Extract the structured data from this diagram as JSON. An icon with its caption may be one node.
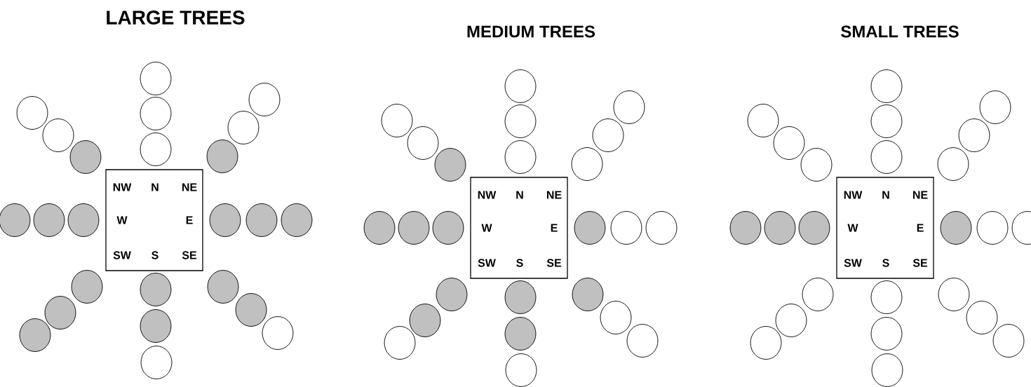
{
  "diagram": {
    "nodes": [
      {
        "text": [
          "NW",
          "N",
          "NE",
          "W",
          "E",
          "SW",
          "S",
          "SE"
        ]
      },
      {
        "text": [],
        "shape": "circle"
      },
      {
        "text": [],
        "shape": "circle"
      },
      {
        "text": [],
        "shape": "circle"
      },
      {
        "text": [],
        "shape": "circle"
      },
      {
        "text": [],
        "shape": "circle"
      },
      {
        "text": [],
        "shape": "circle"
      },
      {
        "text": [],
        "shape": "circle"
      },
      {
        "text": [],
        "shape": "circle"
      },
      {
        "text": [],
        "shape": "circle"
      },
      {
        "text": [],
        "shape": "circle"
      },
      {
        "text": [],
        "shape": "circle"
      },
      {
        "text": [],
        "shape": "circle"
      },
      {
        "text": [],
        "shape": "circle"
      },
      {
        "text": [],
        "shape": "circle"
      },
      {
        "text": [],
        "shape": "circle"
      },
      {
        "text": [],
        "shape": "circle"
      },
      {
        "text": [],
        "shape": "circle"
      },
      {
        "text": [],
        "shape": "circle"
      },
      {
        "text": [],
        "shape": "circle"
      },
      {
        "text": [],
        "shape": "circle"
      },
      {
        "text": [],
        "shape": "circle"
      },
      {
        "text": [],
        "shape": "circle"
      },
      {
        "text": [],
        "shape": "circle"
      },
      {
        "text": [],
        "shape": "circle"
      },
      {
        "text": [
          "NW",
          "N",
          "NE",
          "W",
          "E",
          "SW",
          "S",
          "SE"
        ]
      },
      {
        "text": [],
        "shape": "circle"
      },
      {
        "text": [],
        "shape": "circle"
      },
      {
        "text": [],
        "shape": "circle"
      },
      {
        "text": [],
        "shape": "circle"
      },
      {
        "text": [],
        "shape": "circle"
      },
      {
        "text": [],
        "shape": "circle"
      },
      {
        "text": [],
        "shape": "circle"
      },
      {
        "text": [],
        "shape": "circle"
      },
      {
        "text": [],
        "shape": "circle"
      },
      {
        "text": [],
        "shape": "circle"
      },
      {
        "text": [],
        "shape": "circle"
      },
      {
        "text": [],
        "shape": "circle"
      },
      {
        "text": [],
        "shape": "circle"
      },
      {
        "text": [],
        "shape": "circle"
      },
      {
        "text": [],
        "shape": "circle"
      },
      {
        "text": [],
        "shape": "circle"
      },
      {
        "text": [],
        "shape": "circle"
      },
      {
        "text": [],
        "shape": "circle"
      },
      {
        "text": [],
        "shape": "circle"
      },
      {
        "text": [],
        "shape": "circle"
      },
      {
        "text": [],
        "shape": "circle"
      },
      {
        "text": [],
        "shape": "circle"
      },
      {
        "text": [],
        "shape": "circle"
      },
      {
        "text": [],
        "shape": "circle"
      },
      {
        "text": [
          "NW",
          "N",
          "NE",
          "W",
          "E",
          "SW",
          "S",
          "SE"
        ]
      },
      {
        "text": [],
        "shape": "circle"
      },
      {
        "text": [],
        "shape": "circle"
      },
      {
        "text": [],
        "shape": "circle"
      },
      {
        "text": [],
        "shape": "circle"
      },
      {
        "text": [],
        "shape": "circle"
      },
      {
        "text": [],
        "shape": "circle"
      },
      {
        "text": [],
        "shape": "circle"
      },
      {
        "text": [],
        "shape": "circle"
      },
      {
        "text": [],
        "shape": "circle"
      },
      {
        "text": [],
        "shape": "circle"
      },
      {
        "text": [],
        "shape": "circle"
      },
      {
        "text": [],
        "shape": "circle"
      },
      {
        "text": [],
        "shape": "circle"
      },
      {
        "text": [],
        "shape": "circle"
      },
      {
        "text": [],
        "shape": "circle"
      },
      {
        "text": [],
        "shape": "circle"
      },
      {
        "text": [],
        "shape": "circle"
      },
      {
        "text": [],
        "shape": "circle"
      },
      {
        "text": [],
        "shape": "circle"
      },
      {
        "text": [],
        "shape": "circle"
      },
      {
        "text": [],
        "shape": "circle"
      },
      {
        "text": [],
        "shape": "circle"
      },
      {
        "text": [],
        "shape": "circle"
      },
      {
        "text": [],
        "shape": "circle"
      }
    ],
    "labels": [
      "LARGE TREES",
      "MEDIUM TREES",
      "SMALL TREES"
    ]
  }
}
